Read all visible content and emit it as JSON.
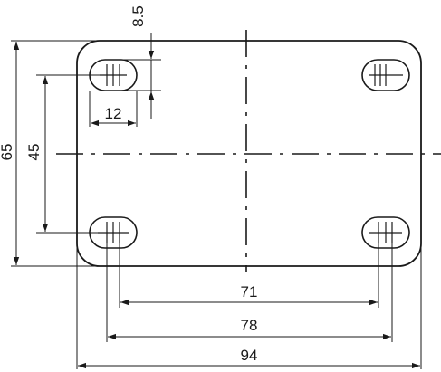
{
  "diagram": {
    "colors": {
      "line": "#1a1a1a",
      "background": "#ffffff"
    },
    "dimensions": {
      "overall_width": "94",
      "hole_outer_width": "78",
      "hole_center_width": "71",
      "overall_height": "65",
      "hole_center_height": "45",
      "slot_length": "12",
      "slot_width": "8.5"
    }
  }
}
